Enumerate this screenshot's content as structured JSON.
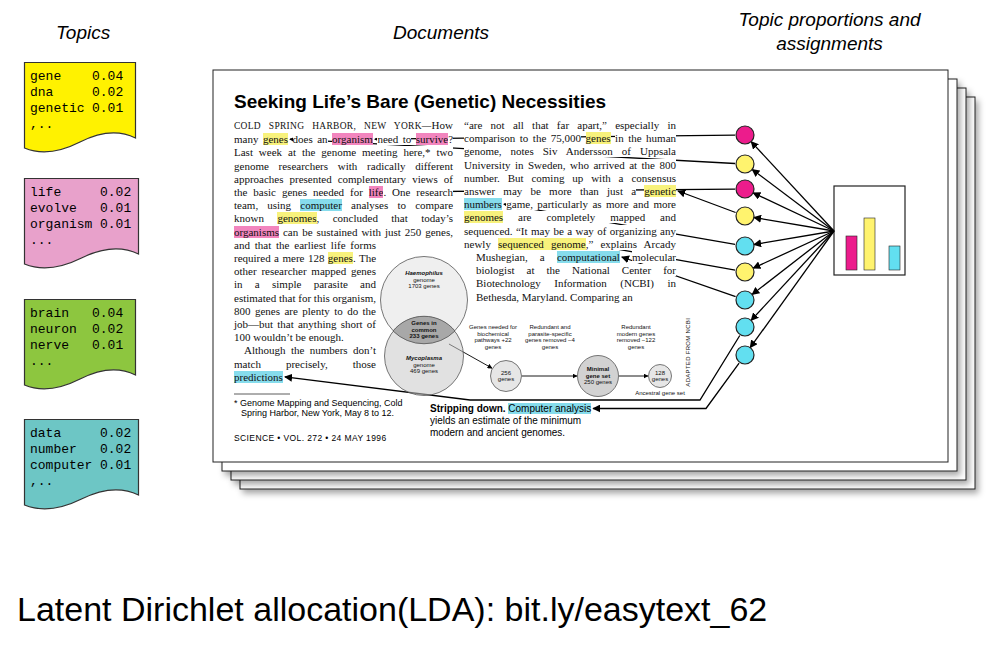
{
  "diagram": {
    "caption": "Latent Dirichlet allocation(LDA): bit.ly/easytext_62",
    "nodes": [
      {
        "text": [
          "gene",
          "0.04",
          "dna",
          "0.02",
          "genetic",
          "0.01",
          ",.."
        ]
      },
      {
        "text": [
          "life",
          "0.02",
          "evolve",
          "0.01",
          "organism",
          "0.01",
          "..."
        ]
      },
      {
        "text": [
          "brain",
          "0.04",
          "neuron",
          "0.02",
          "nerve",
          "0.01",
          "..."
        ]
      },
      {
        "text": [
          "data",
          "0.02",
          "number",
          "0.02",
          "computer",
          "0.01",
          ",.."
        ]
      },
      {
        "text": [
          "Seeking Life’s Bare (Genetic) Necessities"
        ]
      },
      {
        "text": [
          "Haemophilus",
          "genome",
          "1703 genes"
        ],
        "in": 4
      },
      {
        "text": [
          "Mycoplasma",
          "genome",
          "469 genes"
        ],
        "in": 4
      },
      {
        "text": [
          "Genes in common",
          "233 genes"
        ],
        "in": 4
      },
      {
        "text": [
          "256 genes"
        ],
        "in": 4
      },
      {
        "text": [
          "Minimal gene set",
          "250 genes"
        ],
        "in": 4
      },
      {
        "text": [
          "128 genes"
        ],
        "in": 4
      }
    ],
    "edges": [
      {
        "from": 7,
        "to": 8,
        "arrow": "to",
        "label": "Genes needed for biochemical pathways +22 genes"
      },
      {
        "from": 8,
        "to": 9,
        "arrow": "to",
        "label": "Redundant and parasite-specific genes removed −4 genes"
      },
      {
        "from": 9,
        "to": 10,
        "arrow": "to",
        "label": "Redundant modern genes removed −122 genes"
      }
    ],
    "labels": [
      "Topics",
      "Documents",
      "Topic proportions and assignments",
      "COLD SPRING HARBOR, NEW YORK—",
      "How many",
      "genes",
      "does an",
      "organism",
      "need to",
      "survive",
      "? Last week at the genome meeting here,* two genome researchers with radically different approaches presented complementary views of the basic genes needed for",
      "life",
      ". One research team, using",
      "computer",
      "analyses to compare known",
      "genomes",
      ", concluded that today’s",
      "organisms",
      "can be sustained with just 250 genes, and that the earliest life forms required a mere 128",
      "genes",
      ". The other researcher mapped genes in a simple parasite and estimated that for this organism, 800 genes are plenty to do the job—but that anything short of 100 wouldn’t be enough.",
      "Although the numbers don’t match precisely, those",
      "predictions",
      "“are not all that far apart,” especially in comparison to the 75,000",
      "genes",
      "in the human genome, notes Siv Andersson of Uppsala University in Sweden, who arrived at the 800 number. But coming up with a consensus answer may be more than just a",
      "genetic",
      "numbers",
      "game, particularly as more and more",
      "genomes",
      "are completely mapped and sequenced. “It may be a way of organizing any newly",
      "sequenced genome",
      ",” explains Arcady Mushegian, a",
      "computational",
      "molecular biologist at the National Center for Biotechnology Information (NCBI) in Bethesda, Maryland. Comparing an",
      "* Genome Mapping and Sequencing, Cold Spring Harbor, New York, May 8 to 12.",
      "Stripping down.",
      "Computer analysis",
      "yields an estimate of the minimum modern and ancient genomes.",
      "SCIENCE • VOL. 272 • 24 MAY 1996",
      "Ancestral gene set",
      "ADAPTED FROM NCBI"
    ]
  }
}
